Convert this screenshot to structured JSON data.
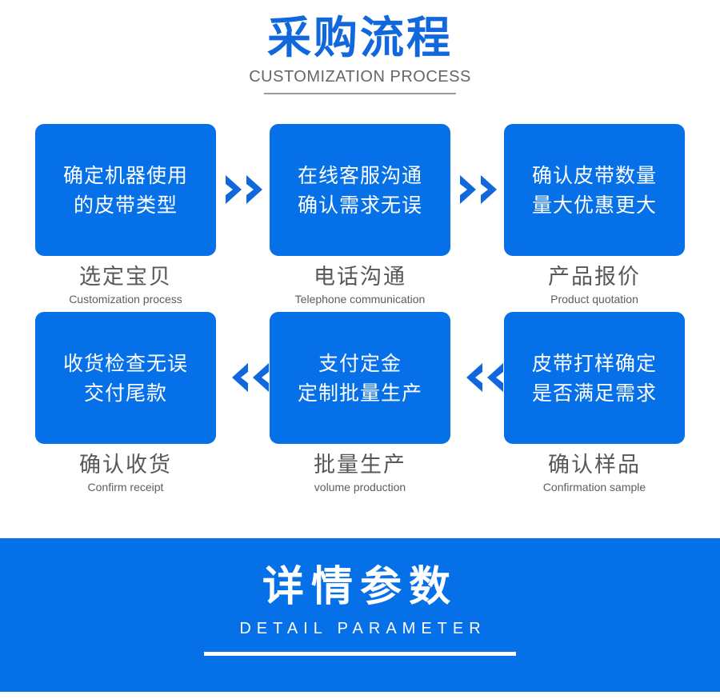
{
  "header": {
    "title": "采购流程",
    "subtitle": "CUSTOMIZATION PROCESS"
  },
  "flow": {
    "rows": [
      {
        "direction": "right",
        "arrow_glyph": "double-chevron-right-icon",
        "steps": [
          {
            "box_line1": "确定机器使用",
            "box_line2": "的皮带类型",
            "label": "选定宝贝",
            "sublabel": "Customization process"
          },
          {
            "box_line1": "在线客服沟通",
            "box_line2": "确认需求无误",
            "label": "电话沟通",
            "sublabel": "Telephone communication"
          },
          {
            "box_line1": "确认皮带数量",
            "box_line2": "量大优惠更大",
            "label": "产品报价",
            "sublabel": "Product quotation"
          }
        ]
      },
      {
        "direction": "left",
        "arrow_glyph": "double-chevron-left-icon",
        "steps": [
          {
            "box_line1": "收货检查无误",
            "box_line2": "交付尾款",
            "label": "确认收货",
            "sublabel": "Confirm receipt"
          },
          {
            "box_line1": "支付定金",
            "box_line2": "定制批量生产",
            "label": "批量生产",
            "sublabel": "volume production"
          },
          {
            "box_line1": "皮带打样确定",
            "box_line2": "是否满足需求",
            "label": "确认样品",
            "sublabel": "Confirmation sample"
          }
        ]
      }
    ]
  },
  "banner": {
    "title": "详情参数",
    "subtitle": "DETAIL PARAMETER"
  },
  "colors": {
    "box_blue": "#0670e8",
    "title_blue": "#1168dc",
    "arrow_blue": "#1068dc",
    "label_gray": "#585858",
    "subtitle_gray": "#666666",
    "banner_blue": "#0670e8",
    "white": "#ffffff"
  }
}
